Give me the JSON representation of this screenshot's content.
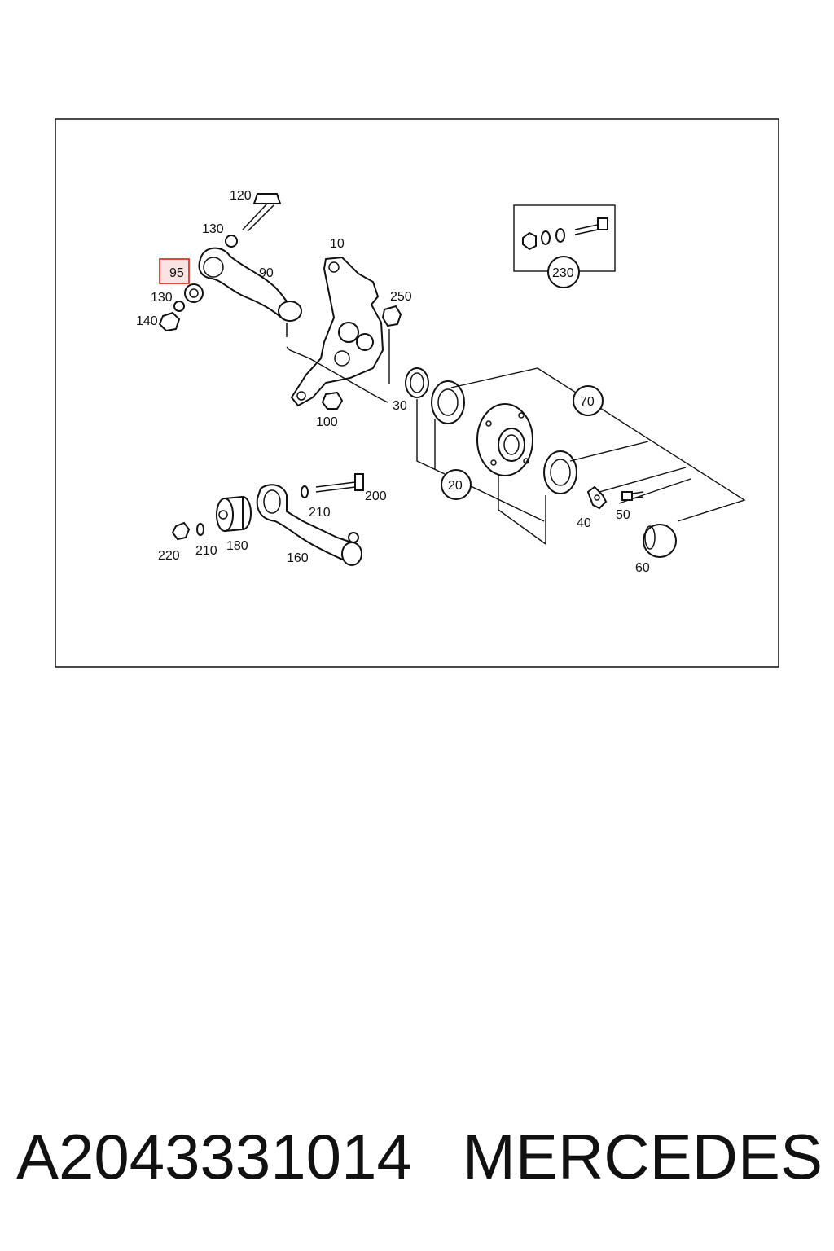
{
  "diagram": {
    "highlight_color": "#d9362b",
    "callouts": {
      "c120": "120",
      "c130a": "130",
      "c10": "10",
      "c95": "95",
      "c90": "90",
      "c130b": "130",
      "c140": "140",
      "c250": "250",
      "c100": "100",
      "c30": "30",
      "c70": "70",
      "c20": "20",
      "c230": "230",
      "c200": "200",
      "c210a": "210",
      "c220": "220",
      "c210b": "210",
      "c180": "180",
      "c160": "160",
      "c40": "40",
      "c50": "50",
      "c60": "60"
    }
  },
  "caption": {
    "part_number": "A2043331014",
    "brand": "MERCEDES"
  }
}
